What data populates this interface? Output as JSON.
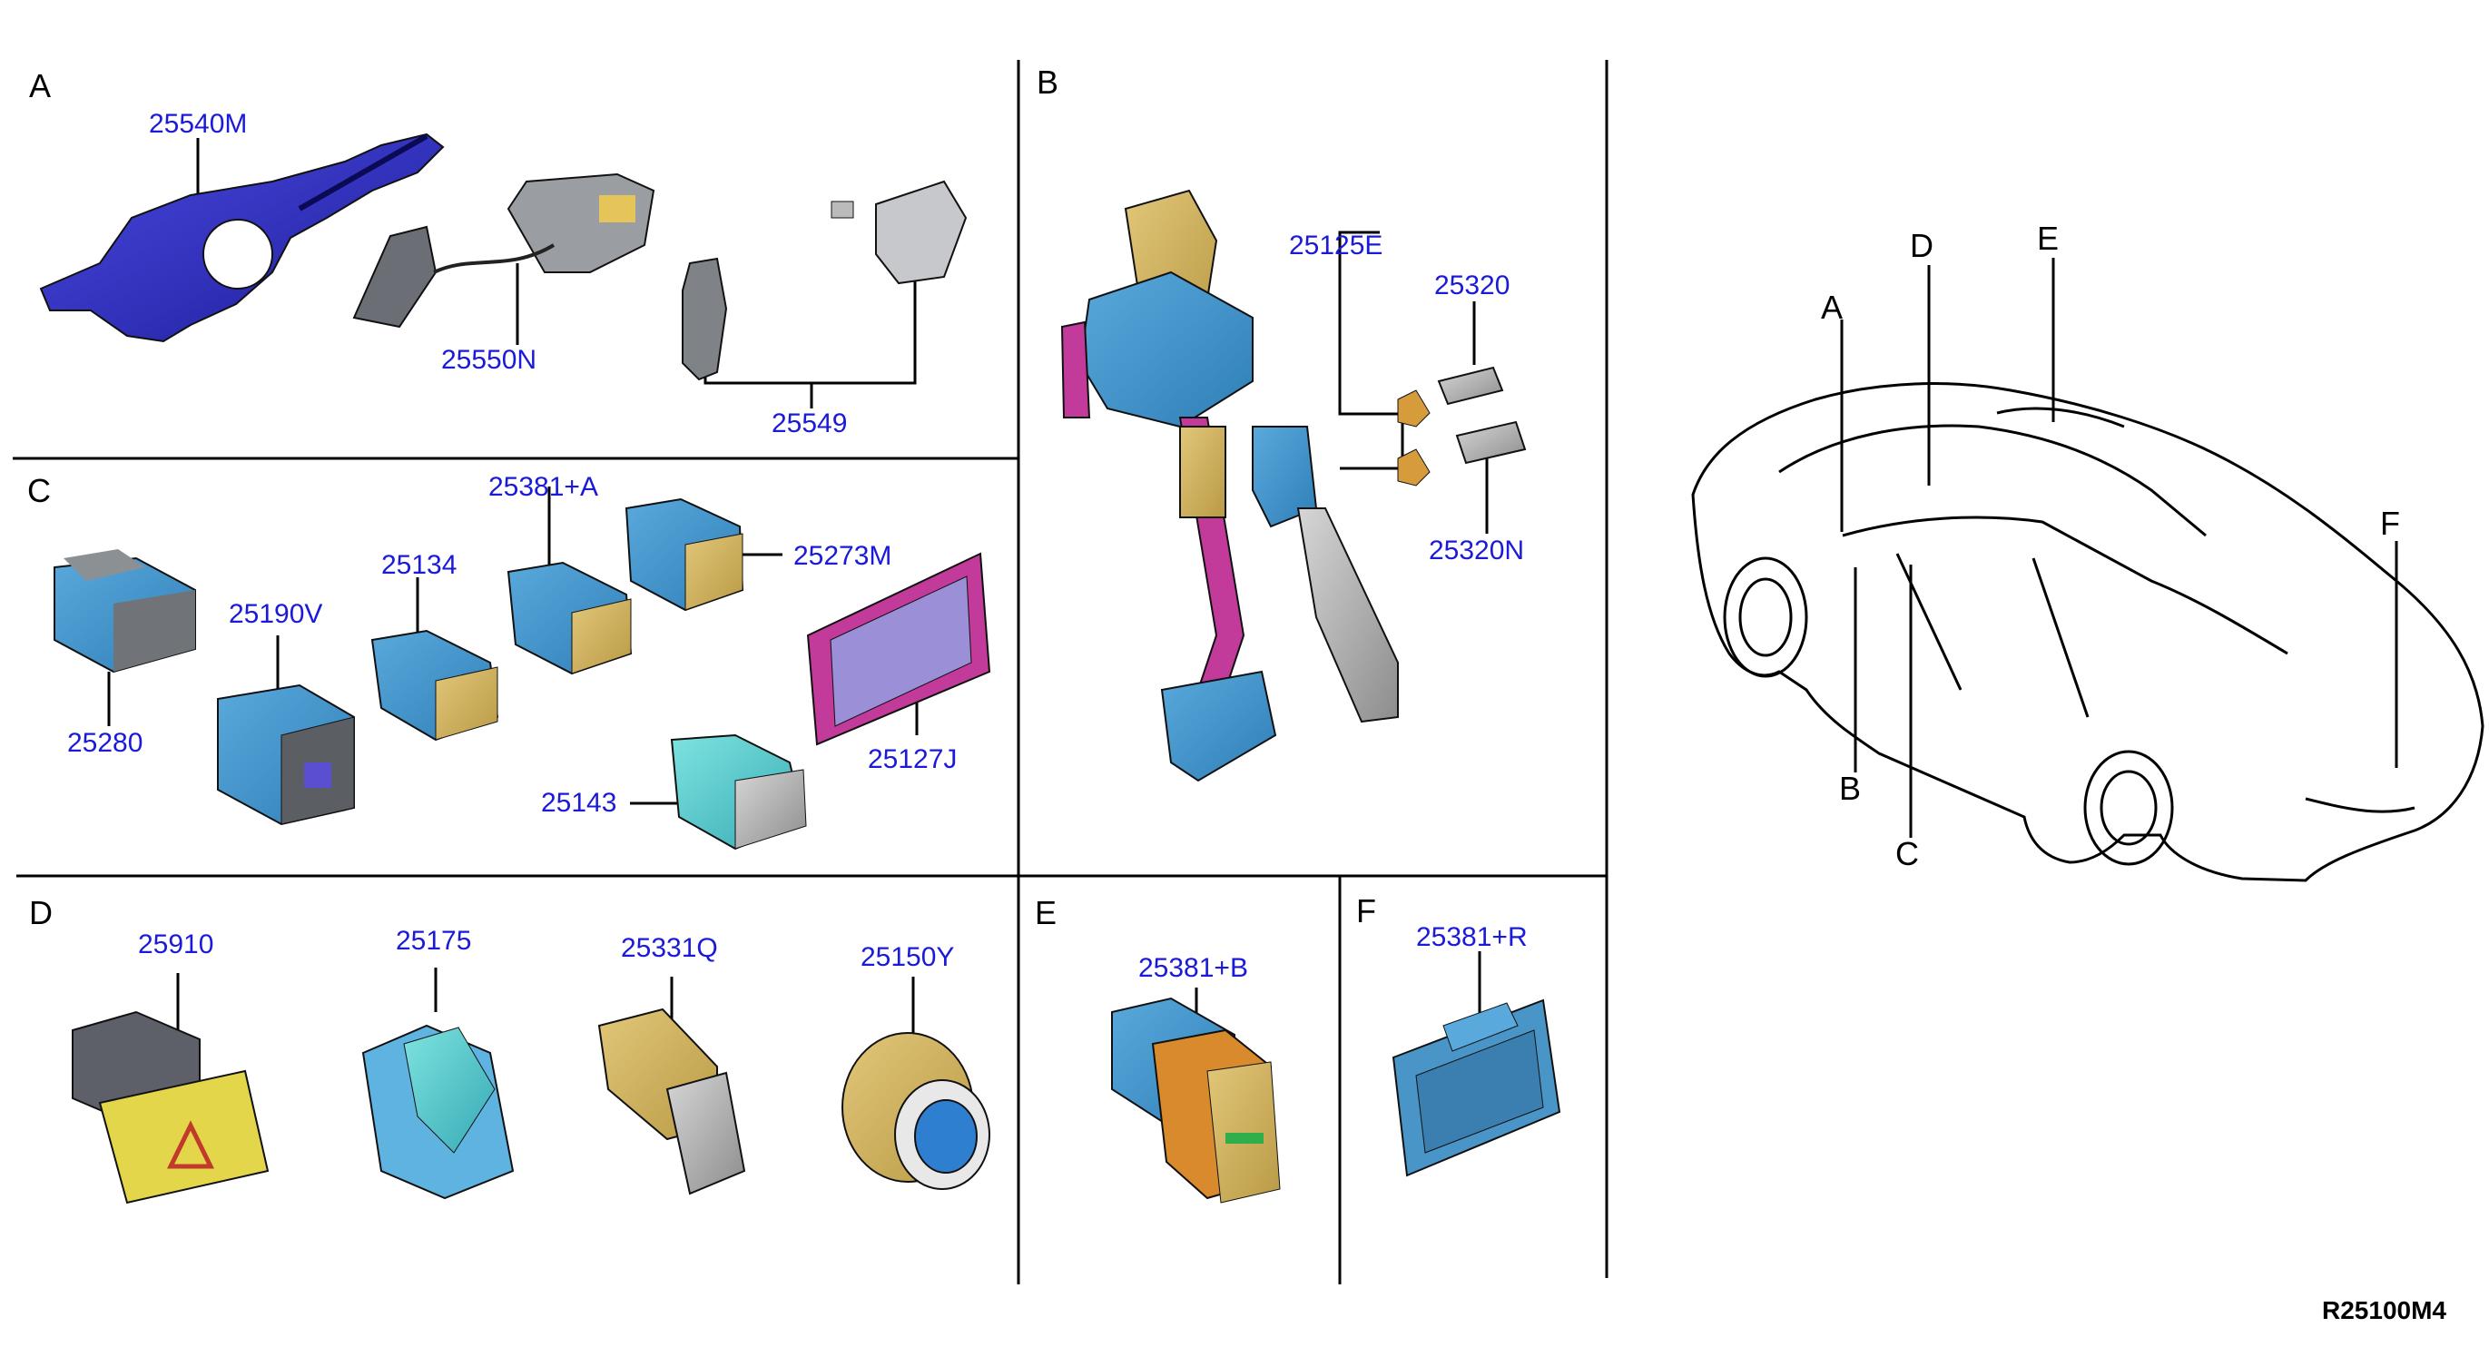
{
  "sections": {
    "A": {
      "letter": "A",
      "labels": [
        "25540M",
        "25550N",
        "25549"
      ]
    },
    "B": {
      "letter": "B",
      "labels": [
        "25125E",
        "25320",
        "25320N"
      ]
    },
    "C": {
      "letter": "C",
      "labels": [
        "25381+A",
        "25273M",
        "25134",
        "25190V",
        "25280",
        "25127J",
        "25143"
      ]
    },
    "D": {
      "letter": "D",
      "labels": [
        "25910",
        "25175",
        "25331Q",
        "25150Y"
      ]
    },
    "E": {
      "letter": "E",
      "labels": [
        "25381+B"
      ]
    },
    "F": {
      "letter": "F",
      "labels": [
        "25381+R"
      ]
    }
  },
  "car_callouts": [
    "A",
    "B",
    "C",
    "D",
    "E",
    "F"
  ],
  "reference_code": "R25100M4",
  "colors": {
    "label": "#1a1ad8",
    "lines": "#000000",
    "background": "#ffffff"
  }
}
